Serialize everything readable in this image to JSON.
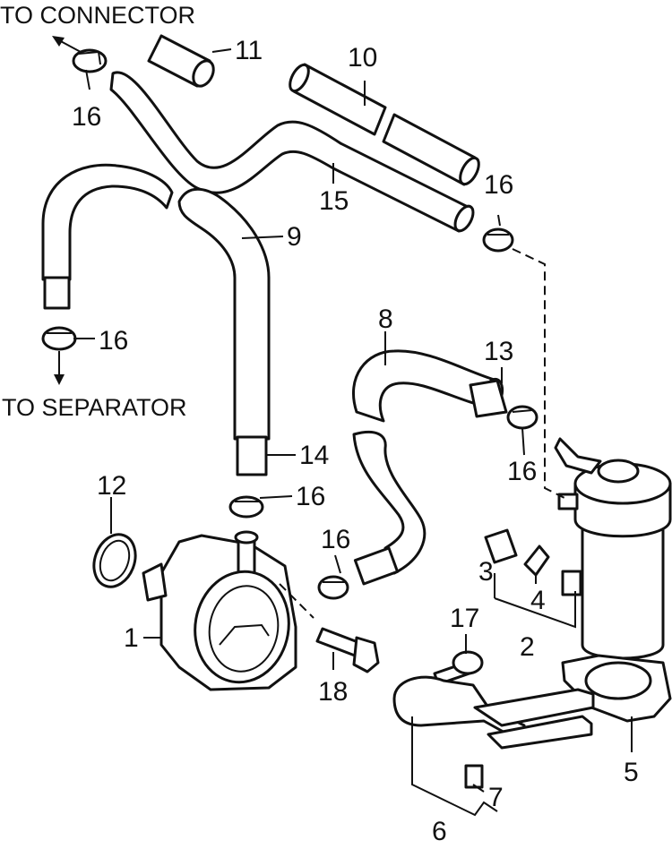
{
  "annotations": {
    "to_connector": "TO CONNECTOR",
    "to_separator": "TO SEPARATOR"
  },
  "callouts": {
    "p1": "1",
    "p2": "2",
    "p3": "3",
    "p4": "4",
    "p5": "5",
    "p6": "6",
    "p7": "7",
    "p8": "8",
    "p9": "9",
    "p10": "10",
    "p11": "11",
    "p12": "12",
    "p13": "13",
    "p14": "14",
    "p15": "15",
    "p16a": "16",
    "p16b": "16",
    "p16c": "16",
    "p16d": "16",
    "p16e": "16",
    "p16f": "16",
    "p17": "17",
    "p18": "18"
  }
}
